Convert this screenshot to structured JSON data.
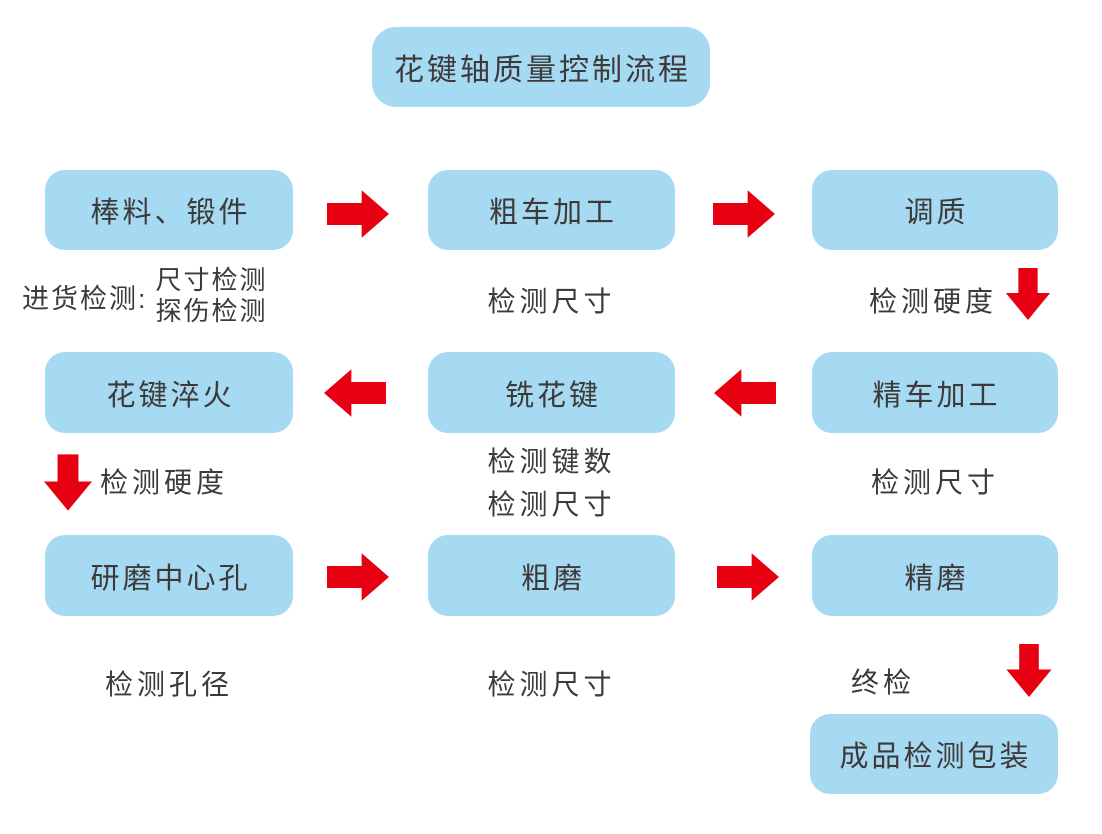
{
  "title": "花键轴质量控制流程",
  "colors": {
    "box_fill": "#A6D9F2",
    "arrow_red": "#E60012",
    "text": "#3E3A39",
    "background": "#FFFFFF"
  },
  "icons": {
    "arrow_right": "block-arrow-right",
    "arrow_left": "block-arrow-left",
    "arrow_down": "block-arrow-down"
  },
  "nodes": [
    {
      "id": "bar-forging",
      "label": "棒料、锻件"
    },
    {
      "id": "rough-turning",
      "label": "粗车加工"
    },
    {
      "id": "tempering",
      "label": "调质"
    },
    {
      "id": "spline-quenching",
      "label": "花键淬火"
    },
    {
      "id": "spline-milling",
      "label": "铣花键"
    },
    {
      "id": "finish-turning",
      "label": "精车加工"
    },
    {
      "id": "center-hole-grinding",
      "label": "研磨中心孔"
    },
    {
      "id": "rough-grinding",
      "label": "粗磨"
    },
    {
      "id": "fine-grinding",
      "label": "精磨"
    },
    {
      "id": "finished-packaging",
      "label": "成品检测包装"
    }
  ],
  "inspections": {
    "incoming_prefix": "进货检测:",
    "incoming_lines": [
      "尺寸检测",
      "探伤检测"
    ],
    "after_rough_turning": "检测尺寸",
    "after_tempering": "检测硬度",
    "after_spline_quenching": "检测硬度",
    "after_spline_milling": [
      "检测键数",
      "检测尺寸"
    ],
    "after_finish_turning": "检测尺寸",
    "after_center_hole_grinding": "检测孔径",
    "after_rough_grinding": "检测尺寸",
    "after_fine_grinding": "终检"
  }
}
